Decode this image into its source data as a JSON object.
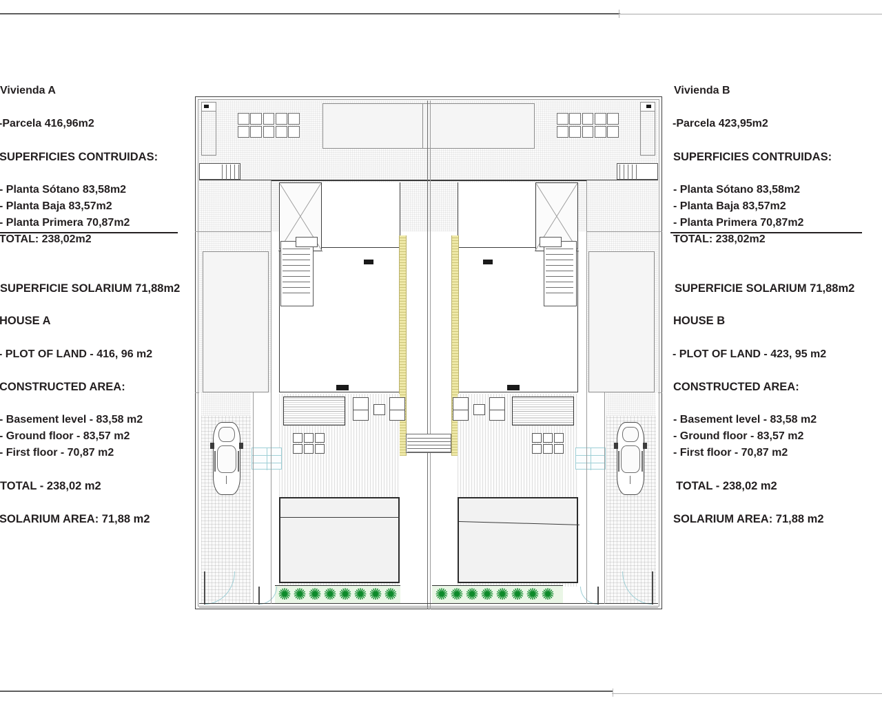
{
  "document": {
    "type": "architectural-site-plan",
    "title": "Semi-detached villas site plan - Vivienda A / Vivienda B"
  },
  "left_panel": {
    "heading": "Vivienda A",
    "plot": "-Parcela 416,96m2",
    "areas_heading": "SUPERFICIES CONTRUIDAS:",
    "areas": [
      "- Planta Sótano 83,58m2",
      "- Planta Baja 83,57m2",
      "- Planta Primera 70,87m2"
    ],
    "total": "TOTAL: 238,02m2",
    "solarium": "SUPERFICIE SOLARIUM 71,88m2",
    "house_heading": "HOUSE A",
    "plot_en": "- PLOT OF LAND - 416, 96 m2",
    "constructed_heading": "CONSTRUCTED AREA:",
    "constructed": [
      "- Basement level - 83,58 m2",
      "- Ground floor - 83,57 m2",
      "- First floor - 70,87 m2"
    ],
    "total_en": "TOTAL - 238,02 m2",
    "solarium_en": "SOLARIUM AREA: 71,88 m2"
  },
  "right_panel": {
    "heading": "Vivienda B",
    "plot": "-Parcela 423,95m2",
    "areas_heading": "SUPERFICIES CONTRUIDAS:",
    "areas": [
      "- Planta Sótano 83,58m2",
      "- Planta Baja 83,57m2",
      "- Planta Primera 70,87m2"
    ],
    "total": "TOTAL: 238,02m2",
    "solarium": "SUPERFICIE SOLARIUM 71,88m2",
    "house_heading": "HOUSE B",
    "plot_en": "- PLOT OF LAND - 423, 95 m2",
    "constructed_heading": "CONSTRUCTED AREA:",
    "constructed": [
      "- Basement level - 83,58 m2",
      "- Ground floor - 83,57 m2",
      "- First floor - 70,87 m2"
    ],
    "total_en": "TOTAL - 238,02 m2",
    "solarium_en": "SOLARIUM AREA: 71,88 m2"
  },
  "plan": {
    "units": [
      {
        "id": "A",
        "side": "left"
      },
      {
        "id": "B",
        "side": "right"
      }
    ],
    "features": {
      "solar_panels": {
        "rows": 2,
        "cols": 5
      },
      "outdoor_furniture": {
        "rows": 2,
        "cols": 3
      },
      "shrubs_per_side": 8,
      "cars": 2,
      "pools": 2,
      "staircases": 4
    }
  },
  "colors": {
    "ink": "#231f20",
    "wall": "#3a3a3a",
    "thin_line": "#9b9b9b",
    "divider_yellow": "#efe9a8",
    "shrub_green": "#0d8a2a",
    "green_strip": "#eaf6e6",
    "paper": "#ffffff"
  }
}
